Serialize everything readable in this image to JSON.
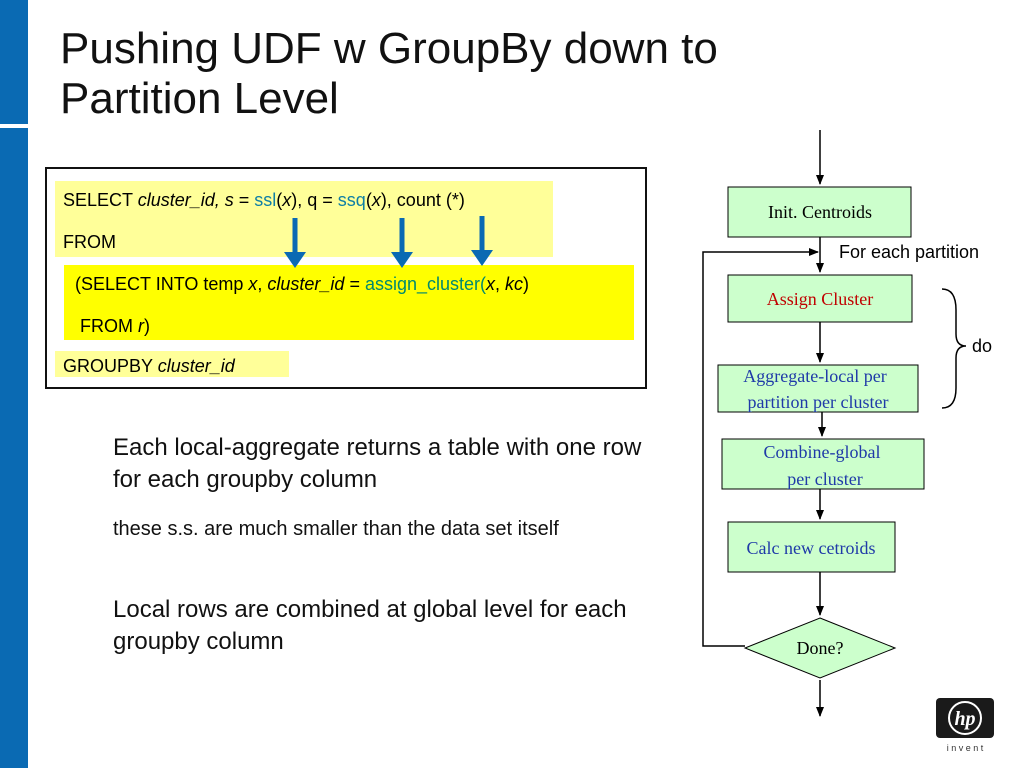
{
  "title": {
    "line1": "Pushing UDF w GroupBy down to",
    "line2": "Partition Level"
  },
  "sql": {
    "select_kw": "SELECT ",
    "select_cluster": "cluster_id, s",
    "eq1": " = ",
    "ssl": "ssl",
    "open1": "(",
    "x1": "x",
    "close1_q": "), q = ",
    "ssq": "ssq",
    "open2": "(",
    "x2": "x",
    "close2_count": "), count (*)",
    "from": "FROM",
    "sub_open": "(SELECT INTO temp ",
    "sub_x": "x",
    "sub_comma": ", ",
    "sub_cluster": "cluster_id",
    "sub_eq": " = ",
    "assign": "assign_cluster",
    "sub_paren": "(",
    "sub_x2": "x",
    "sub_comma2": ", ",
    "sub_kc": "kc",
    "sub_close": ")",
    "from2": " FROM ",
    "r": "r",
    "r_close": ")",
    "groupby_kw": "GROUPBY ",
    "groupby_col": "cluster_id"
  },
  "bullets": {
    "b1": "Each local-aggregate returns a table with one row for each groupby column",
    "b2": "these s.s. are much smaller than the data set itself",
    "b3": "Local rows are combined at global level for each groupby column"
  },
  "flow": {
    "init": "Init. Centroids",
    "for_each": "For each partition",
    "assign": "Assign Cluster",
    "agg1": "Aggregate-local per",
    "agg2": "partition per cluster",
    "comb1": "Combine-global",
    "comb2": "per cluster",
    "calc": "Calc new cetroids",
    "done": "Done?",
    "do": "do"
  },
  "logo": {
    "mark": "hp",
    "tagline": "i n v e n t"
  },
  "colors": {
    "accent_bar": "#0a6ab3",
    "box_fill": "#ccffcc",
    "highlight_light": "#ffff99",
    "highlight_strong": "#ffff00",
    "assign_text": "#c00000",
    "flow_blue_text": "#1f3aa8",
    "arrow_blue": "#0a6ab3"
  }
}
